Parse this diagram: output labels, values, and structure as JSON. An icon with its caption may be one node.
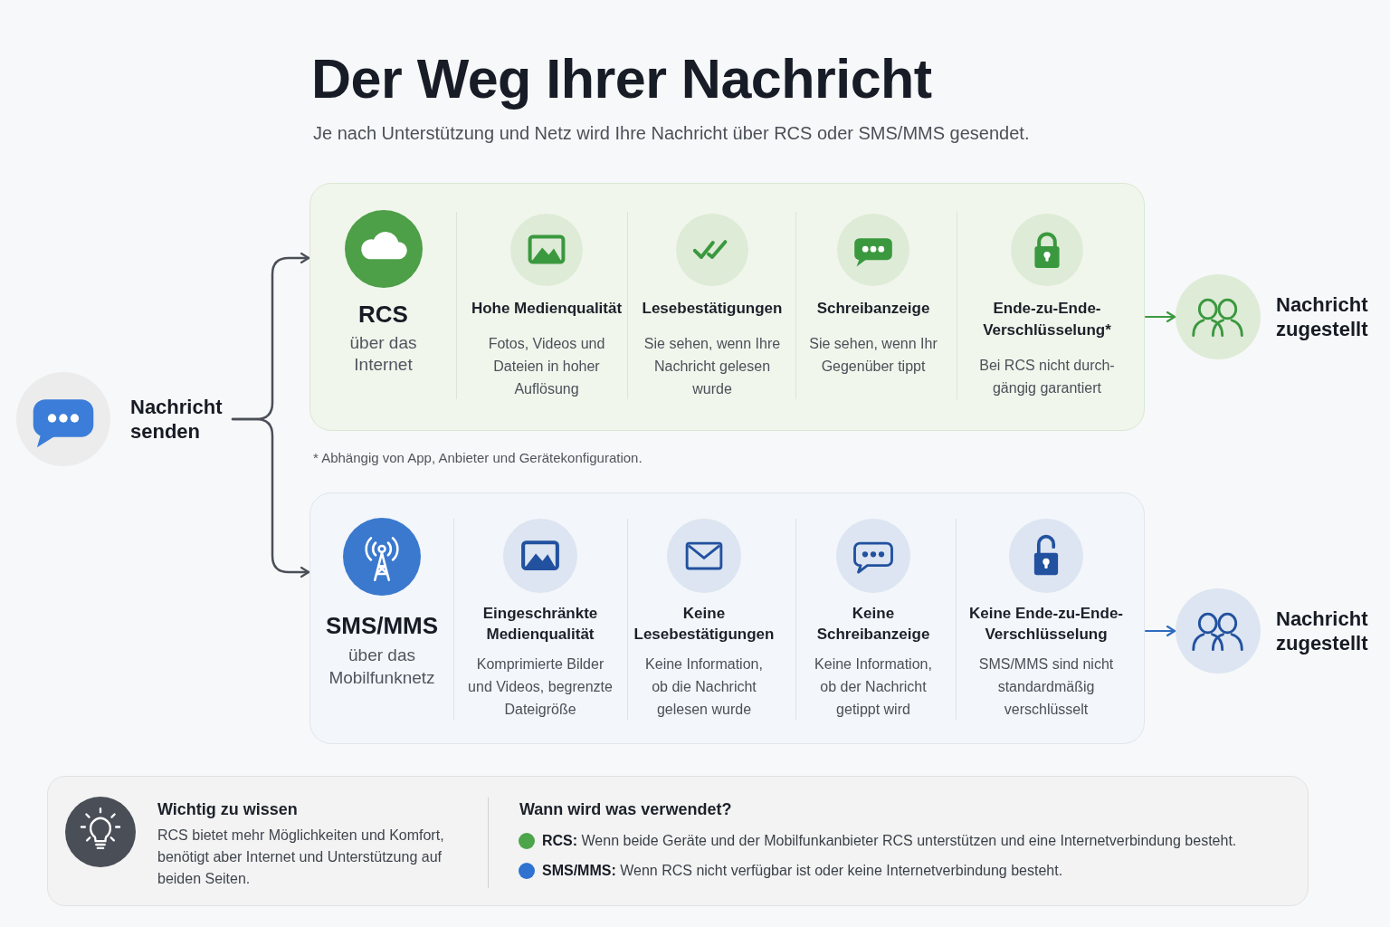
{
  "diagram": {
    "title": "Der Weg Ihrer Nachricht",
    "nodes": [
      {
        "text": [
          "Nachricht senden"
        ]
      },
      {
        "text": [],
        "shape": "box"
      },
      {
        "text": [
          "RCS",
          "über das Internet"
        ],
        "in": 1
      },
      {
        "text": [
          "Hohe Medienqualität",
          "Fotos, Videos und Dateien in hoher Auflösung"
        ],
        "in": 1
      },
      {
        "text": [
          "Lesebestätigungen",
          "Sie sehen, wenn Ihre Nachricht gelesen wurde"
        ],
        "in": 1
      },
      {
        "text": [
          "Schreibanzeige",
          "Sie sehen, wenn Ihr Gegenüber tippt"
        ],
        "in": 1
      },
      {
        "text": [
          "Ende-zu-Ende-Verschlüsselung*",
          "Bei RCS nicht durch-gängig garantiert"
        ],
        "in": 1
      },
      {
        "text": [
          "Nachricht zugestellt"
        ]
      },
      {
        "text": [],
        "shape": "box"
      },
      {
        "text": [
          "SMS/MMS",
          "über das Mobilfunknetz"
        ],
        "in": 8
      },
      {
        "text": [
          "Eingeschränkte Medienqualität",
          "Komprimierte Bilder und Videos, begrenzte Dateigröße"
        ],
        "in": 8
      },
      {
        "text": [
          "Keine Lesebestätigungen",
          "Keine Information, ob die Nachricht gelesen wurde"
        ],
        "in": 8
      },
      {
        "text": [
          "Keine Schreibanzeige",
          "Keine Information, ob der Nachricht getippt wird"
        ],
        "in": 8
      },
      {
        "text": [
          "Keine Ende-zu-Ende-Verschlüsselung",
          "SMS/MMS sind nicht standardmäßig verschlüsselt"
        ],
        "in": 8
      },
      {
        "text": [
          "Nachricht zugestellt"
        ]
      },
      {
        "text": [
          "Wichtig zu wissen",
          "RCS bietet mehr Möglichkeiten und Komfort, benötigt aber Internet und Unterstützung auf beiden Seiten.",
          "Wann wird was verwendet?"
        ]
      }
    ],
    "edges": [
      {
        "from": 0,
        "to": 1,
        "arrow": "to"
      },
      {
        "from": 0,
        "to": 8,
        "arrow": "to"
      },
      {
        "from": 1,
        "to": 7,
        "arrow": "to",
        "color": "#3d9a3f"
      },
      {
        "from": 8,
        "to": 14,
        "arrow": "to",
        "color": "#2f6bc0"
      }
    ],
    "labels": [
      "Je nach Unterstützung und Netz wird Ihre Nachricht über RCS oder SMS/MMS gesendet.",
      "* Abhängig von App, Anbieter und Gerätekonfiguration."
    ],
    "legend": [
      {
        "text": "**RCS:** Wenn beide Geräte und der Mobilfunkanbieter RCS unterstützen und eine Internetverbindung besteht.",
        "color": "#4ca54a"
      },
      {
        "text": "**SMS/MMS:** Wenn RCS nicht verfügbar ist oder keine Internetverbindung besteht.",
        "color": "#2f72d0"
      }
    ]
  }
}
